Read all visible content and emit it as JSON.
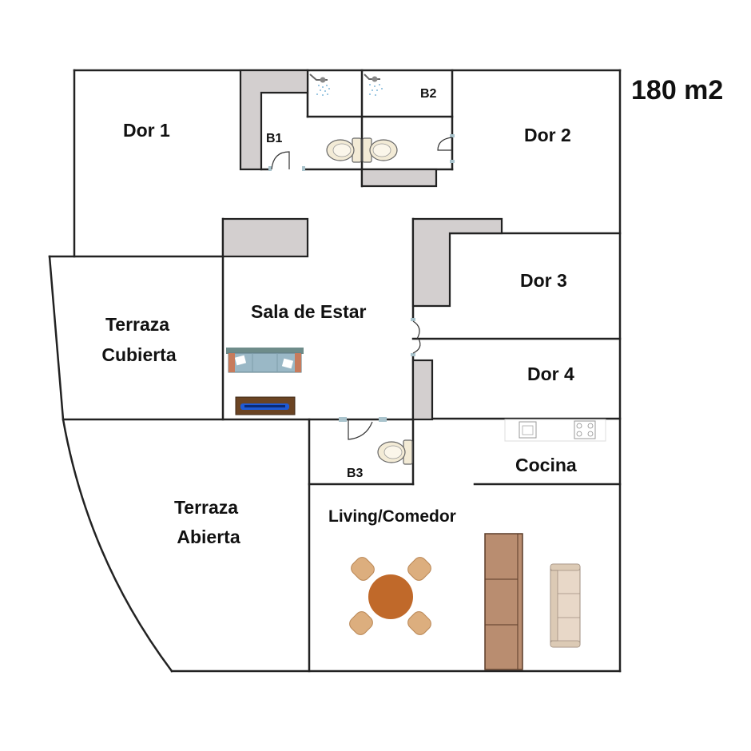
{
  "plan": {
    "area_label": "180 m2",
    "rooms": {
      "dor1": "Dor 1",
      "dor2": "Dor 2",
      "dor3": "Dor 3",
      "dor4": "Dor 4",
      "b1": "B1",
      "b2": "B2",
      "b3": "B3",
      "sala": "Sala de Estar",
      "terraza_cubierta_1": "Terraza",
      "terraza_cubierta_2": "Cubierta",
      "terraza_abierta_1": "Terraza",
      "terraza_abierta_2": "Abierta",
      "cocina": "Cocina",
      "living": "Living/Comedor"
    },
    "colors": {
      "wall": "#222222",
      "cabinet": "#d3cfcf",
      "table": "#c0692a",
      "chair": "#dcae7e",
      "sideboard": "#b98d70",
      "sofa": "#e8d8c8",
      "couch": "#9ab8c6",
      "tv_stand": "#6b4423"
    }
  }
}
